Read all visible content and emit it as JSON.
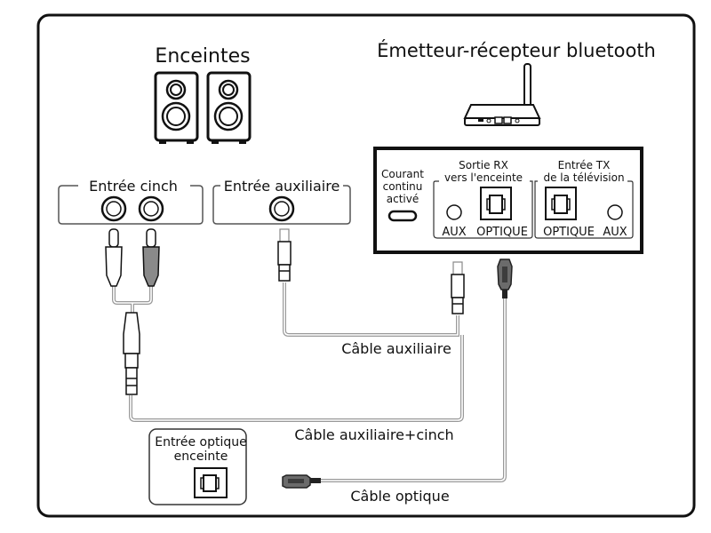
{
  "title_speakers": "Enceintes",
  "title_transceiver": "Émetteur-récepteur bluetooth",
  "speaker_inputs": {
    "cinch": "Entrée cinch",
    "aux": "Entrée auxiliaire",
    "optical_line1": "Entrée optique",
    "optical_line2": "enceinte"
  },
  "device_panel": {
    "power_line1": "Courant",
    "power_line2": "continu",
    "power_line3": "activé",
    "rx_line1": "Sortie RX",
    "rx_line2": "vers l'enceinte",
    "tx_line1": "Entrée TX",
    "tx_line2": "de la télévision",
    "rx_aux": "AUX",
    "rx_optical": "OPTIQUE",
    "tx_optical": "OPTIQUE",
    "tx_aux": "AUX"
  },
  "cables": {
    "aux": "Câble auxiliaire",
    "aux_cinch": "Câble auxiliaire+cinch",
    "optical": "Câble optique"
  },
  "colors": {
    "line": "#111111",
    "cable": "#888888",
    "plug_gray": "#8a8a8a",
    "optical_plug": "#6b6b6b"
  }
}
